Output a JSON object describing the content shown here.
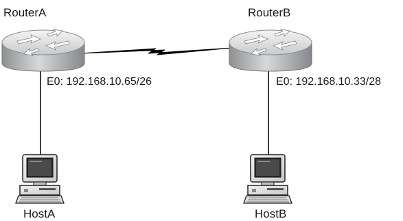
{
  "routers": [
    {
      "name": "RouterA",
      "interface": "E0: 192.168.10.65/26"
    },
    {
      "name": "RouterB",
      "interface": "E0: 192.168.10.33/28"
    }
  ],
  "hosts": [
    {
      "name": "HostA"
    },
    {
      "name": "HostB"
    }
  ],
  "links": [
    {
      "from": "RouterA",
      "to": "RouterB",
      "type": "serial"
    },
    {
      "from": "RouterA",
      "to": "HostA",
      "type": "ethernet"
    },
    {
      "from": "RouterB",
      "to": "HostB",
      "type": "ethernet"
    }
  ],
  "icons": {
    "router": "router-icon",
    "host": "desktop-computer-icon"
  },
  "colors": {
    "router_body": "#a9abad",
    "router_top": "#e6e7e8",
    "link": "#000000",
    "text": "#1a1a1a"
  }
}
